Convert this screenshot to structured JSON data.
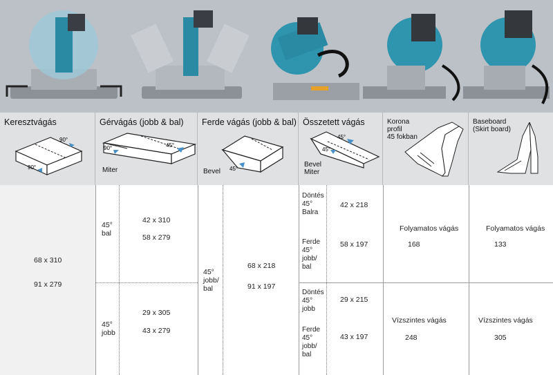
{
  "colors": {
    "photo_bg": "#bcc1c7",
    "header_bg": "#dfe1e3",
    "shaded_cell": "#f1f1f1",
    "accent_blue": "#4a90c8"
  },
  "columns": [
    {
      "title": "Keresztvágás",
      "labels": []
    },
    {
      "title": "Gérvágás (jobb & bal)",
      "labels": [
        "Miter"
      ]
    },
    {
      "title": "Ferde vágás (jobb & bal)",
      "labels": [
        "Bevel"
      ]
    },
    {
      "title": "Összetett vágás",
      "labels": [
        "Bevel",
        "Miter"
      ]
    },
    {
      "title": "Korona\nprofil\n45 fokban",
      "labels": []
    },
    {
      "title": "Baseboard\n(Skirt board)",
      "labels": []
    }
  ],
  "diagram_angles": {
    "a90": "90°",
    "a45": "45°"
  },
  "cross": {
    "v1": "68 x 310",
    "v2": "91 x 279"
  },
  "miter": {
    "top": {
      "label": "45°\nbal",
      "v1": "42 x 310",
      "v2": "58 x 279"
    },
    "bottom": {
      "label": "45°\njobb",
      "v1": "29 x 305",
      "v2": "43 x 279"
    }
  },
  "bevel": {
    "label": "45°\njobb/\nbal",
    "v1": "68 x 218",
    "v2": "91 x 197"
  },
  "compound": {
    "r1_label": "Döntés\n45°\nBalra",
    "r1_val": "42 x 218",
    "r2_label": "Ferde\n45°\njobb/\nbal",
    "r2_val": "58 x 197",
    "r3_label": "Döntés\n45°\njobb",
    "r3_val": "29 x 215",
    "r4_label": "Ferde\n45°\njobb/\nbal",
    "r4_val": "43 x 197"
  },
  "crown": {
    "top_label": "Folyamatos vágás",
    "top_val": "168",
    "bottom_label": "Vízszintes vágás",
    "bottom_val": "248"
  },
  "baseboard": {
    "top_label": "Folyamatos vágás",
    "top_val": "133",
    "bottom_label": "Vízszintes vágás",
    "bottom_val": "305"
  }
}
